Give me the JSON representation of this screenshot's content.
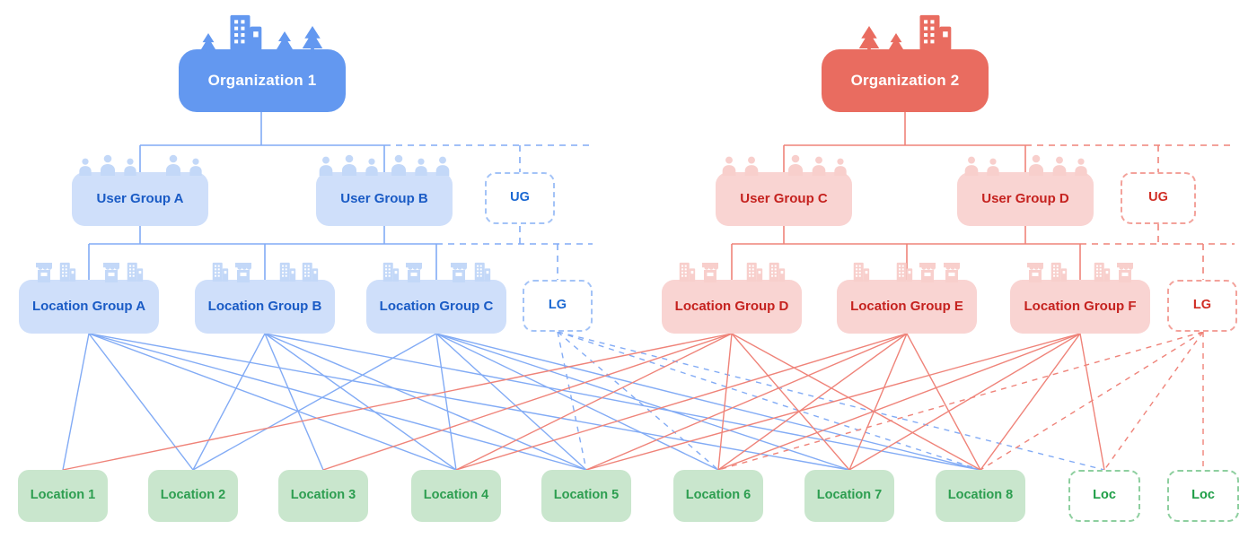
{
  "colors": {
    "org_blue": "#6398f0",
    "org_red": "#e96c60",
    "group_blue_fill": "#cfdffa",
    "group_blue_text": "#1a5bc5",
    "group_red_fill": "#f9d4d2",
    "group_red_text": "#c5221f",
    "location_green_fill": "#c9e6cd",
    "location_green_text": "#2d9e50",
    "blue_line": "#82abf5",
    "red_line": "#ef8379",
    "green_dashed_border": "#8ecf9f"
  },
  "nodes": {
    "org1": {
      "label": "Organization 1"
    },
    "org2": {
      "label": "Organization 2"
    },
    "ug_a": {
      "label": "User Group A"
    },
    "ug_b": {
      "label": "User Group B"
    },
    "ug_ph_blue": {
      "label": "UG"
    },
    "ug_c": {
      "label": "User Group C"
    },
    "ug_d": {
      "label": "User Group D"
    },
    "ug_ph_red": {
      "label": "UG"
    },
    "lg_a": {
      "label": "Location Group A"
    },
    "lg_b": {
      "label": "Location Group B"
    },
    "lg_c": {
      "label": "Location Group C"
    },
    "lg_ph_blue": {
      "label": "LG"
    },
    "lg_d": {
      "label": "Location Group D"
    },
    "lg_e": {
      "label": "Location Group E"
    },
    "lg_f": {
      "label": "Location Group F"
    },
    "lg_ph_red": {
      "label": "LG"
    },
    "loc_1": {
      "label": "Location 1"
    },
    "loc_2": {
      "label": "Location 2"
    },
    "loc_3": {
      "label": "Location 3"
    },
    "loc_4": {
      "label": "Location 4"
    },
    "loc_5": {
      "label": "Location 5"
    },
    "loc_6": {
      "label": "Location 6"
    },
    "loc_7": {
      "label": "Location 7"
    },
    "loc_8": {
      "label": "Location 8"
    },
    "loc_ph_1": {
      "label": "Loc"
    },
    "loc_ph_2": {
      "label": "Loc"
    }
  },
  "hierarchy": {
    "org1_children": [
      "User Group A",
      "User Group B",
      "UG"
    ],
    "org2_children": [
      "User Group C",
      "User Group D",
      "UG"
    ],
    "user_groups_blue_children": [
      "Location Group A",
      "Location Group B",
      "Location Group C",
      "LG"
    ],
    "user_groups_red_children": [
      "Location Group D",
      "Location Group E",
      "Location Group F",
      "LG"
    ]
  },
  "connections": [
    {
      "from": "lg_a",
      "to": "loc_1",
      "color": "blue",
      "style": "solid"
    },
    {
      "from": "lg_a",
      "to": "loc_2",
      "color": "blue",
      "style": "solid"
    },
    {
      "from": "lg_a",
      "to": "loc_4",
      "color": "blue",
      "style": "solid"
    },
    {
      "from": "lg_a",
      "to": "loc_5",
      "color": "blue",
      "style": "solid"
    },
    {
      "from": "lg_a",
      "to": "loc_7",
      "color": "blue",
      "style": "solid"
    },
    {
      "from": "lg_b",
      "to": "loc_2",
      "color": "blue",
      "style": "solid"
    },
    {
      "from": "lg_b",
      "to": "loc_3",
      "color": "blue",
      "style": "solid"
    },
    {
      "from": "lg_b",
      "to": "loc_4",
      "color": "blue",
      "style": "solid"
    },
    {
      "from": "lg_b",
      "to": "loc_5",
      "color": "blue",
      "style": "solid"
    },
    {
      "from": "lg_b",
      "to": "loc_8",
      "color": "blue",
      "style": "solid"
    },
    {
      "from": "lg_c",
      "to": "loc_2",
      "color": "blue",
      "style": "solid"
    },
    {
      "from": "lg_c",
      "to": "loc_4",
      "color": "blue",
      "style": "solid"
    },
    {
      "from": "lg_c",
      "to": "loc_5",
      "color": "blue",
      "style": "solid"
    },
    {
      "from": "lg_c",
      "to": "loc_6",
      "color": "blue",
      "style": "solid"
    },
    {
      "from": "lg_c",
      "to": "loc_7",
      "color": "blue",
      "style": "solid"
    },
    {
      "from": "lg_c",
      "to": "loc_8",
      "color": "blue",
      "style": "solid"
    },
    {
      "from": "lg_ph_blue",
      "to": "loc_5",
      "color": "blue",
      "style": "dashed"
    },
    {
      "from": "lg_ph_blue",
      "to": "loc_6",
      "color": "blue",
      "style": "dashed"
    },
    {
      "from": "lg_ph_blue",
      "to": "loc_8",
      "color": "blue",
      "style": "dashed"
    },
    {
      "from": "lg_ph_blue",
      "to": "loc_ph_1",
      "color": "blue",
      "style": "dashed"
    },
    {
      "from": "lg_d",
      "to": "loc_1",
      "color": "red",
      "style": "solid"
    },
    {
      "from": "lg_d",
      "to": "loc_3",
      "color": "red",
      "style": "solid"
    },
    {
      "from": "lg_d",
      "to": "loc_4",
      "color": "red",
      "style": "solid"
    },
    {
      "from": "lg_d",
      "to": "loc_6",
      "color": "red",
      "style": "solid"
    },
    {
      "from": "lg_d",
      "to": "loc_7",
      "color": "red",
      "style": "solid"
    },
    {
      "from": "lg_d",
      "to": "loc_8",
      "color": "red",
      "style": "solid"
    },
    {
      "from": "lg_e",
      "to": "loc_4",
      "color": "red",
      "style": "solid"
    },
    {
      "from": "lg_e",
      "to": "loc_5",
      "color": "red",
      "style": "solid"
    },
    {
      "from": "lg_e",
      "to": "loc_6",
      "color": "red",
      "style": "solid"
    },
    {
      "from": "lg_e",
      "to": "loc_7",
      "color": "red",
      "style": "solid"
    },
    {
      "from": "lg_e",
      "to": "loc_8",
      "color": "red",
      "style": "solid"
    },
    {
      "from": "lg_f",
      "to": "loc_5",
      "color": "red",
      "style": "solid"
    },
    {
      "from": "lg_f",
      "to": "loc_6",
      "color": "red",
      "style": "solid"
    },
    {
      "from": "lg_f",
      "to": "loc_7",
      "color": "red",
      "style": "solid"
    },
    {
      "from": "lg_f",
      "to": "loc_8",
      "color": "red",
      "style": "solid"
    },
    {
      "from": "lg_f",
      "to": "loc_ph_1",
      "color": "red",
      "style": "solid"
    },
    {
      "from": "lg_ph_red",
      "to": "loc_6",
      "color": "red",
      "style": "dashed"
    },
    {
      "from": "lg_ph_red",
      "to": "loc_8",
      "color": "red",
      "style": "dashed"
    },
    {
      "from": "lg_ph_red",
      "to": "loc_ph_1",
      "color": "red",
      "style": "dashed"
    },
    {
      "from": "lg_ph_red",
      "to": "loc_ph_2",
      "color": "red",
      "style": "dashed"
    }
  ]
}
